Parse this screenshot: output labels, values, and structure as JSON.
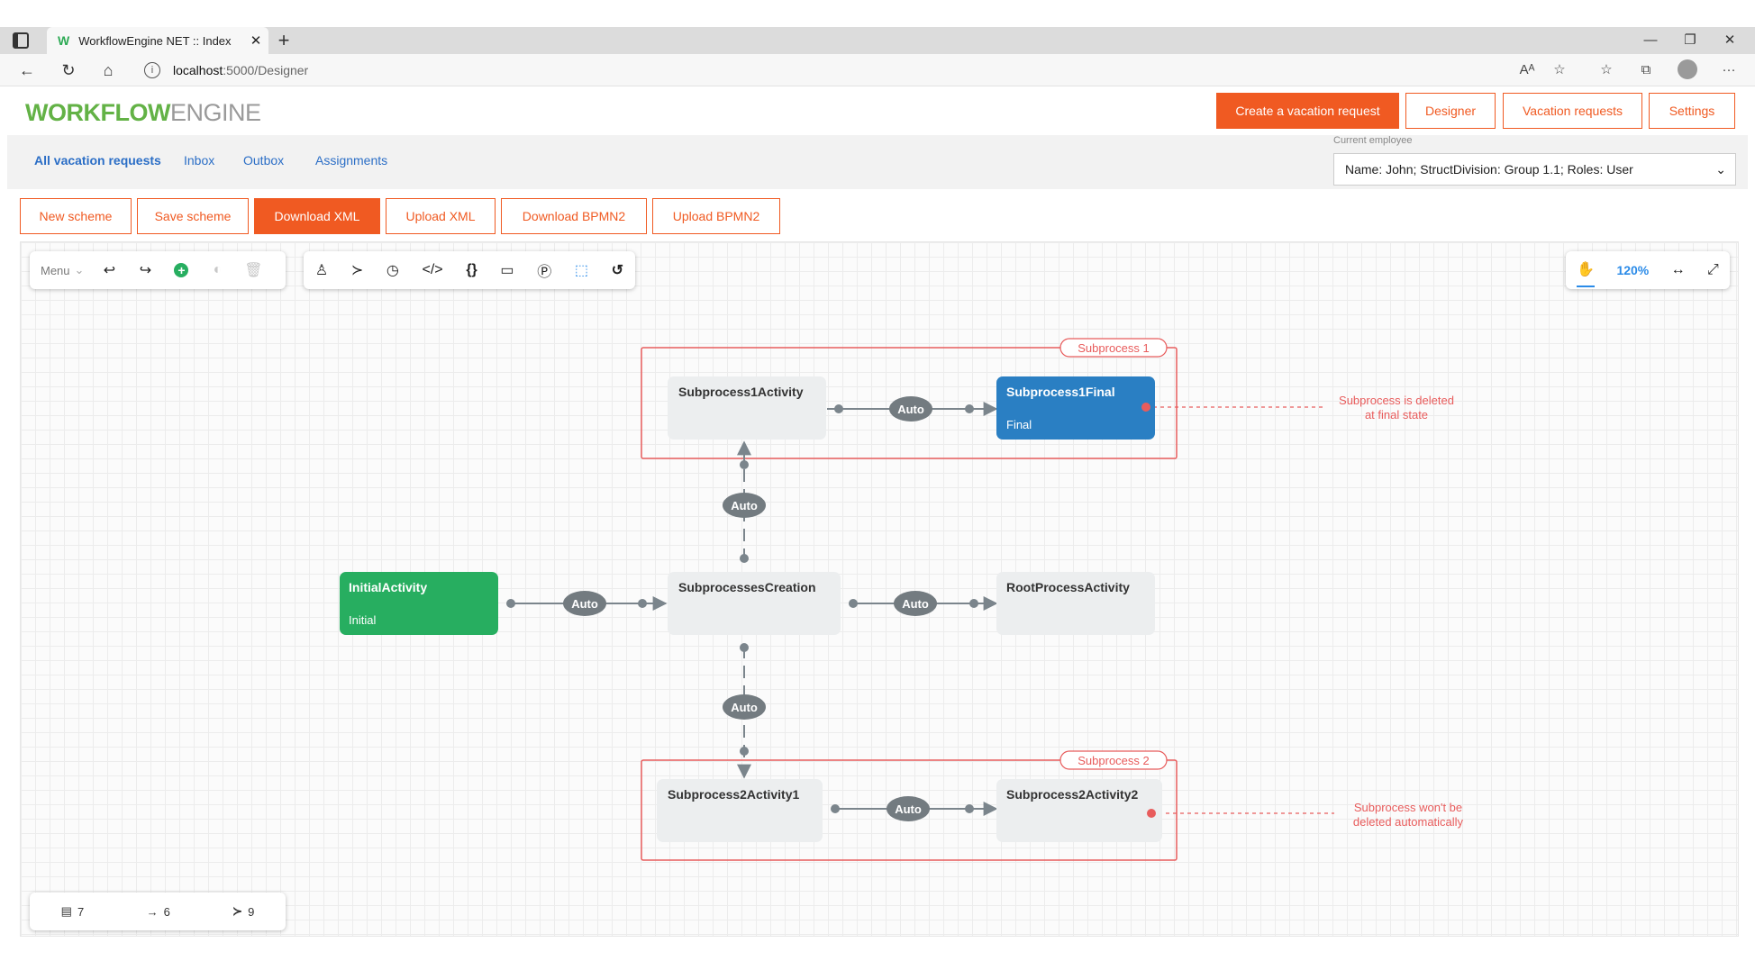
{
  "browser": {
    "tab_title": "WorkflowEngine NET :: Index",
    "tab_logo": "W",
    "close_glyph": "✕",
    "newtab_glyph": "+",
    "url_host": "localhost",
    "url_path": ":5000/Designer",
    "info_glyph": "i",
    "icons": [
      "read-aloud-icon",
      "favorite-add-icon",
      "favorites-icon",
      "collections-icon",
      "profile-icon",
      "more-icon"
    ],
    "read_aloud_glyph": "Aᴬ",
    "favorite_add_glyph": "☆",
    "favorites_glyph": "☆",
    "collections_glyph": "⧉",
    "more_glyph": "···",
    "min_glyph": "—",
    "restore_glyph": "❐",
    "window_close_glyph": "✕",
    "back_glyph": "←",
    "reload_glyph": "↻",
    "home_glyph": "⌂"
  },
  "header": {
    "brand_a": "WORKFLOW",
    "brand_b": "ENGINE",
    "create": "Create a vacation request",
    "designer": "Designer",
    "requests": "Vacation requests",
    "settings": "Settings",
    "accent": "#f05a22"
  },
  "nav": {
    "all": "All vacation requests",
    "inbox": "Inbox",
    "outbox": "Outbox",
    "assignments": "Assignments",
    "employee_label": "Current employee",
    "employee_value": "Name: John; StructDivision: Group 1.1; Roles: User",
    "chevron": "⌄"
  },
  "scheme_buttons": {
    "new": "New scheme",
    "save": "Save scheme",
    "download_xml": "Download XML",
    "upload_xml": "Upload XML",
    "download_bpmn": "Download BPMN2",
    "upload_bpmn": "Upload BPMN2"
  },
  "toolbar": {
    "menu": "Menu",
    "menu_chevron": "⌄",
    "undo": "↩",
    "redo": "↪",
    "add": "+",
    "toggle": "◐",
    "delete": "🗑",
    "actor": "♙",
    "command": "≻",
    "timer": "◷",
    "code": "</>",
    "params": "{}",
    "comment": "▭",
    "parameter": "Ⓟ",
    "select": "⬚",
    "history": "↺",
    "hand": "✋",
    "zoom": "120%",
    "fit": "↔",
    "fullscreen": "⤢"
  },
  "diagram": {
    "colors": {
      "initial": "#27ae60",
      "final": "#2a7fc3",
      "node": "#eceeef",
      "subprocess": "#e85c5c",
      "line": "#7b858c"
    },
    "nodes": [
      {
        "id": "initial",
        "name": "InitialActivity",
        "sub": "Initial"
      },
      {
        "id": "creation",
        "name": "SubprocessesCreation",
        "sub": ""
      },
      {
        "id": "root",
        "name": "RootProcessActivity",
        "sub": ""
      },
      {
        "id": "s1a",
        "name": "Subprocess1Activity",
        "sub": ""
      },
      {
        "id": "s1f",
        "name": "Subprocess1Final",
        "sub": "Final"
      },
      {
        "id": "s2a1",
        "name": "Subprocess2Activity1",
        "sub": ""
      },
      {
        "id": "s2a2",
        "name": "Subprocess2Activity2",
        "sub": ""
      }
    ],
    "transition_label": "Auto",
    "subprocesses": [
      {
        "id": "sp1",
        "title": "Subprocess 1",
        "note_line1": "Subprocess is deleted",
        "note_line2": "at final state"
      },
      {
        "id": "sp2",
        "title": "Subprocess 2",
        "note_line1": "Subprocess won't be",
        "note_line2": "deleted automatically"
      }
    ]
  },
  "counters": {
    "activities": "7",
    "transitions": "6",
    "commands": "9",
    "activities_glyph": "▤",
    "transitions_glyph": "→",
    "commands_glyph": "≻"
  }
}
